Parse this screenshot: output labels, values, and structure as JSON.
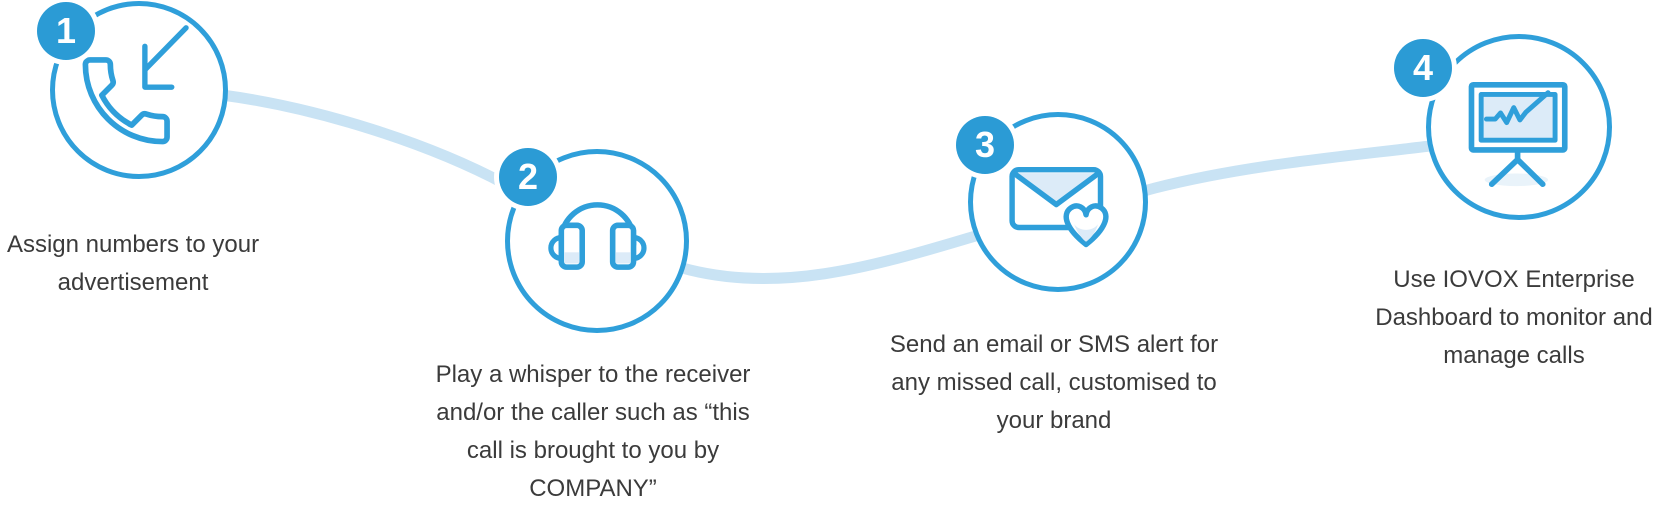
{
  "colors": {
    "primary": "#2F9FDA",
    "badge": "#2B9BD5",
    "connector": "#C9E3F4",
    "icon_light": "#DCEBF8",
    "icon_shadow": "#E9F3FA",
    "text": "#3B3B3B",
    "background": "#FFFFFF"
  },
  "steps": [
    {
      "number": "1",
      "icon": "incoming-call-icon",
      "lines": [
        "Assign numbers to your",
        "advertisement"
      ]
    },
    {
      "number": "2",
      "icon": "headphones-icon",
      "lines": [
        "Play a whisper to the receiver",
        "and/or the caller such as “this",
        "call is brought to you by",
        "COMPANY”"
      ]
    },
    {
      "number": "3",
      "icon": "email-heart-icon",
      "lines": [
        "Send an email or SMS alert for",
        "any missed call, customised to",
        "your brand"
      ]
    },
    {
      "number": "4",
      "icon": "dashboard-icon",
      "lines": [
        "Use IOVOX Enterprise",
        "Dashboard to monitor and",
        "manage calls"
      ]
    }
  ]
}
